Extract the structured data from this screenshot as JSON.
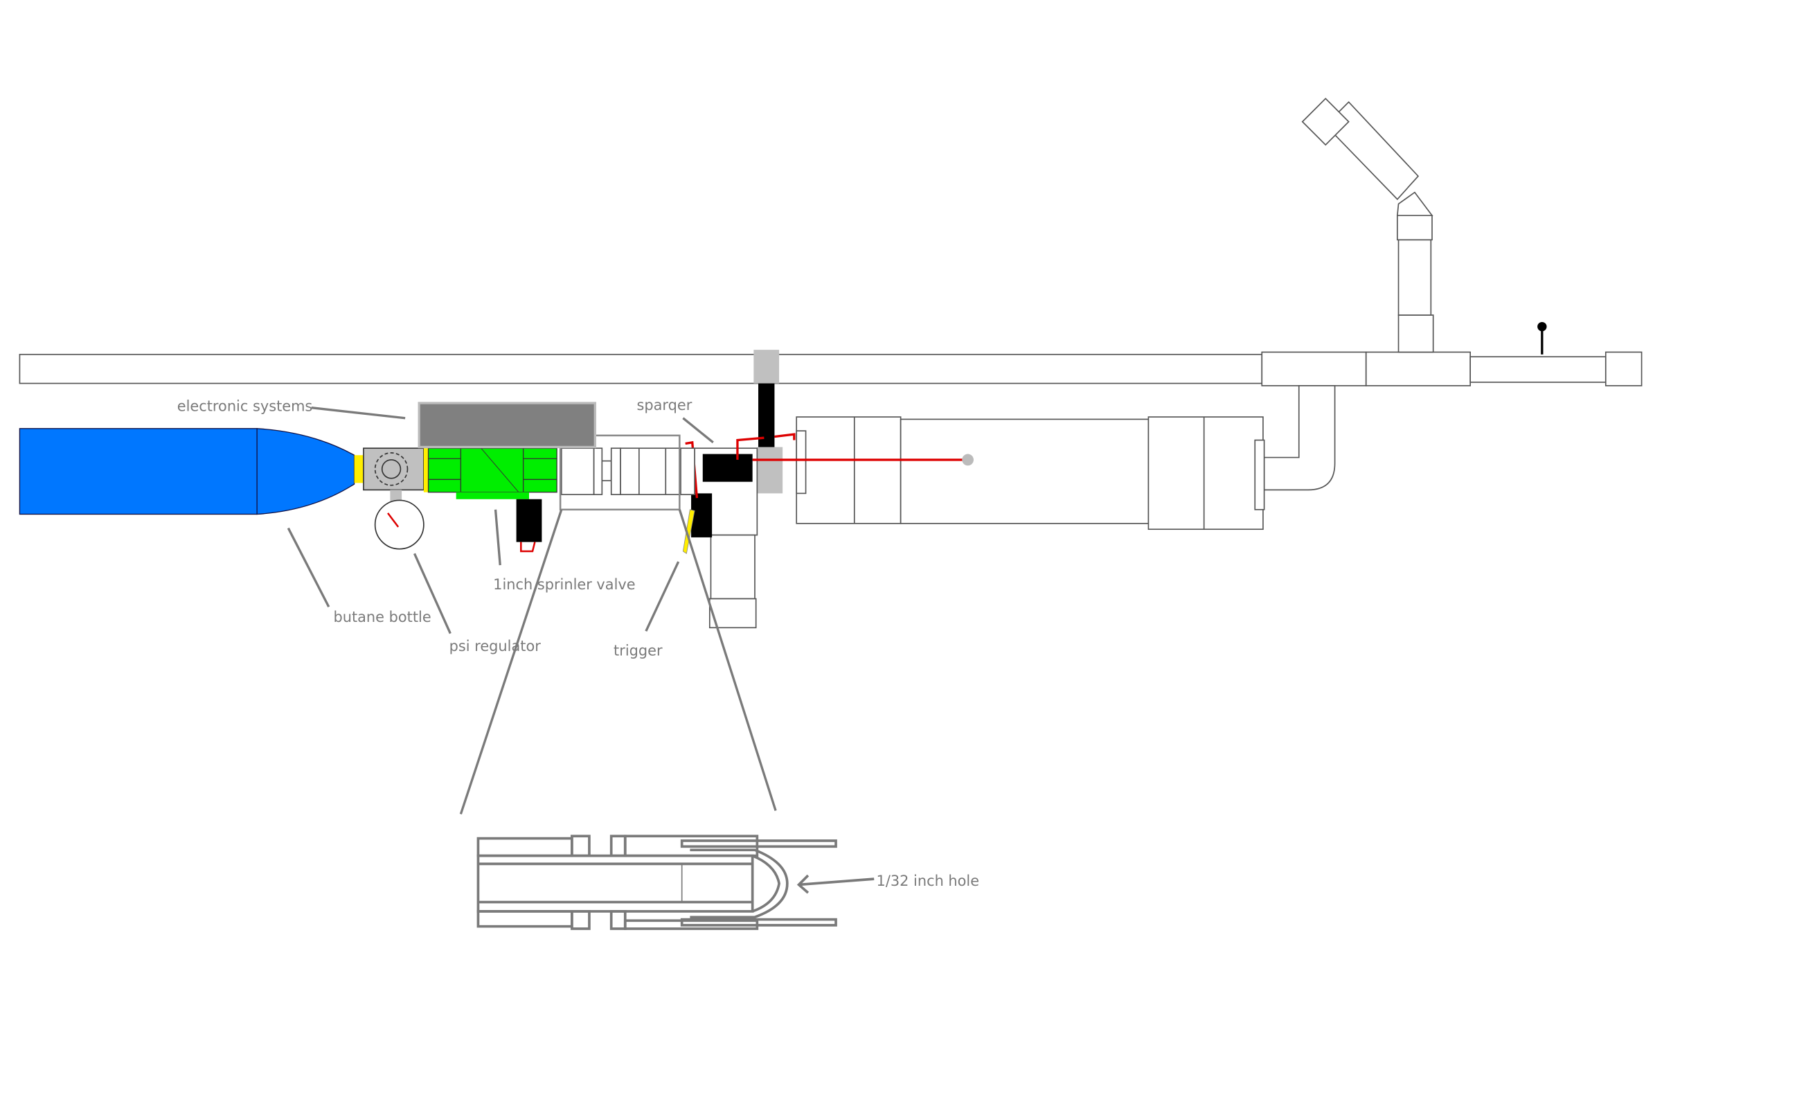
{
  "labels": {
    "electronic_systems": "electronic systems",
    "sparger": "sparqer",
    "butane_bottle": "butane bottle",
    "psi_regulator": "psi regulator",
    "sprinkler_valve": "1inch sprinler valve",
    "trigger": "trigger",
    "hole": "1/32 inch hole"
  },
  "colors": {
    "bottle": "#0077ff",
    "valve": "#00ee00",
    "electronics": "#808080",
    "wire": "#dd0000",
    "accent_yellow": "#ffee00"
  }
}
